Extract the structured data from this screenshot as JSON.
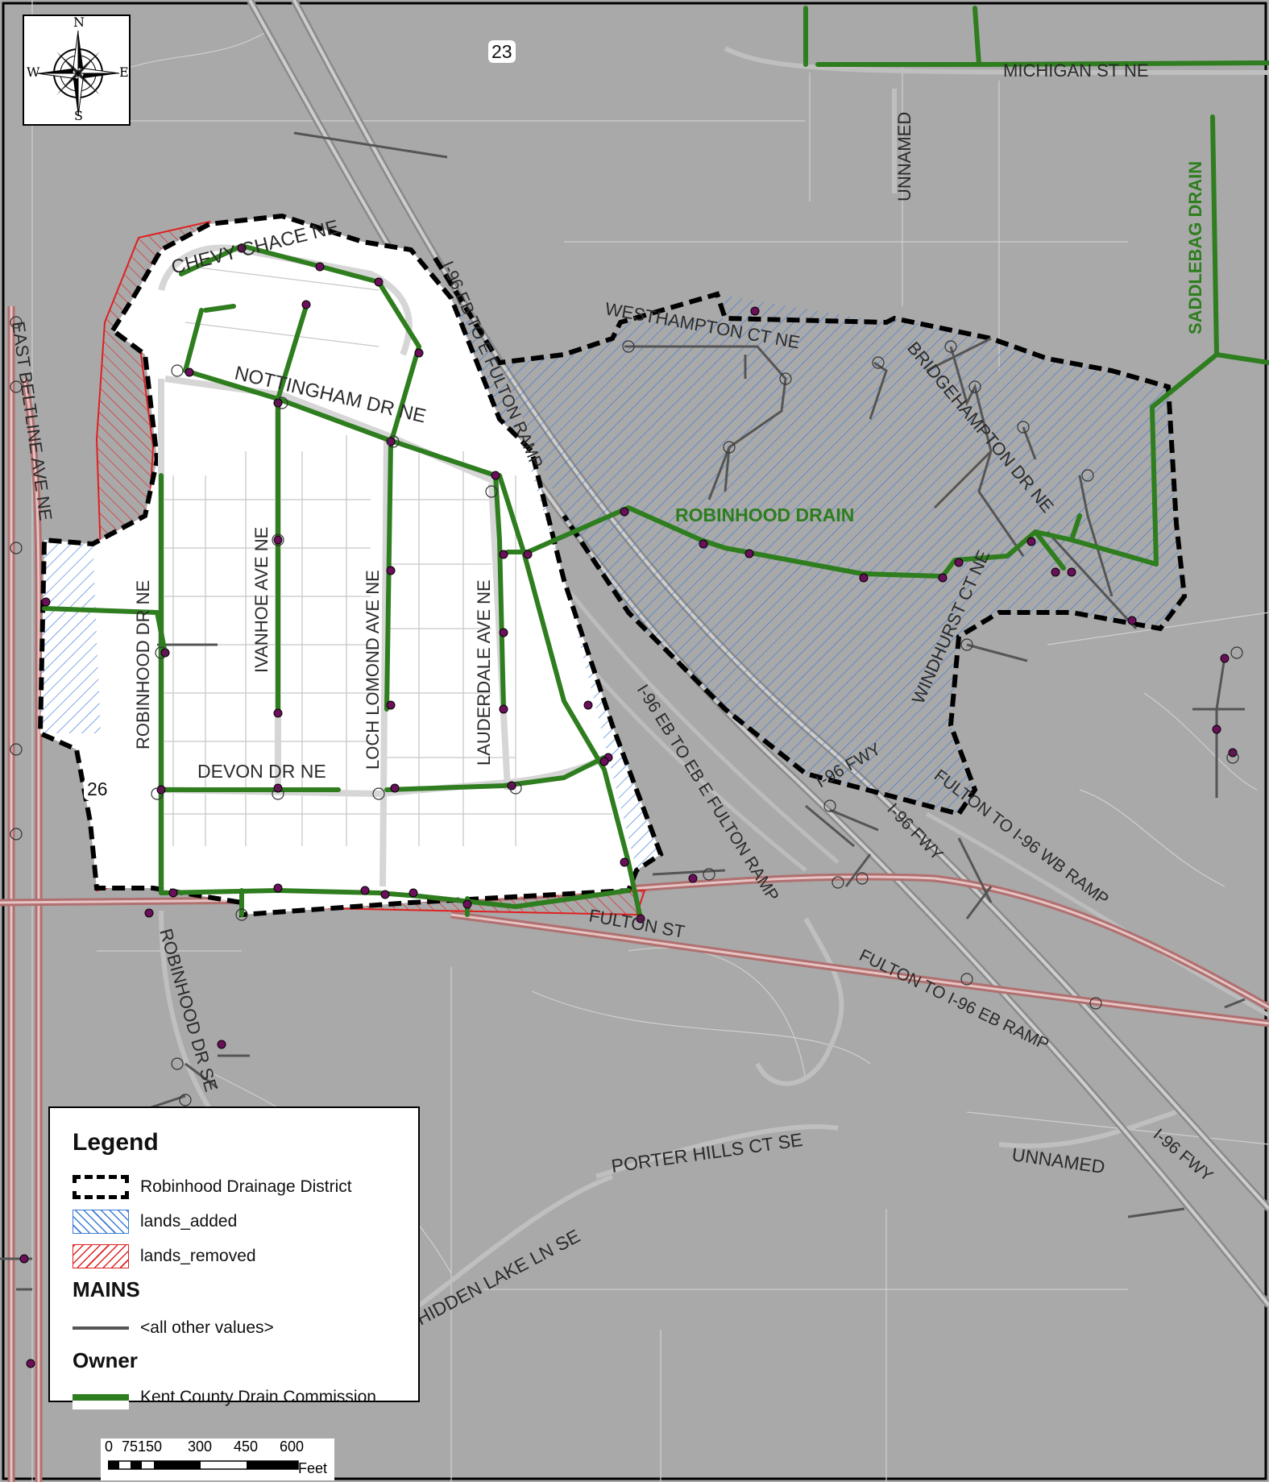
{
  "map": {
    "compass": {
      "n": "N",
      "s": "S",
      "e": "E",
      "w": "W"
    },
    "route_badges": [
      "23",
      "26"
    ],
    "road_labels": [
      "MICHIGAN ST NE",
      "UNNAMED",
      "CHEVY CHACE NE",
      "NOTTINGHAM DR NE",
      "I-96 EB TO E FULTON RAMP",
      "WESTHAMPTON CT NE",
      "BRIDGEHAMPTON DR NE",
      "EAST BELTLINE AVE NE",
      "ROBINHOOD DR NE",
      "IVANHOE AVE NE",
      "LOCH LOMOND AVE NE",
      "LAUDERDALE AVE NE",
      "DEVON DR NE",
      "WINDHURST CT NE",
      "I-96 EB TO EB E FULTON RAMP",
      "I-96 FWY",
      "FULTON TO I-96 WB RAMP",
      "FULTON ST",
      "FULTON TO I-96 EB RAMP",
      "ROBINHOOD DR SE",
      "PORTER HILLS CT SE",
      "UNNAMED",
      "HIDDEN LAKE LN SE"
    ],
    "drain_labels": [
      "ROBINHOOD DRAIN",
      "SADDLEBAG DRAIN"
    ],
    "colors": {
      "background": "#a9a9a9",
      "district_interior": "#ffffff",
      "district_boundary": "#000000",
      "lands_added_hatch": "#3a7bd5",
      "lands_removed_hatch": "#e02020",
      "drain_green": "#2e7d1e",
      "mains_gray": "#555555",
      "structure_purple": "#6a0f5a",
      "highway_red": "#b07070"
    }
  },
  "legend": {
    "title": "Legend",
    "items": [
      {
        "label": "Robinhood Drainage District",
        "icon": "dashed-boundary-icon"
      },
      {
        "label": "lands_added",
        "icon": "blue-hatch-icon"
      },
      {
        "label": "lands_removed",
        "icon": "red-hatch-icon"
      }
    ],
    "mains_heading": "MAINS",
    "mains_item": "<all other values>",
    "owner_heading": "Owner",
    "owner_item": "Kent County Drain Commission"
  },
  "scale_bar": {
    "ticks": [
      "0",
      "75",
      "150",
      "300",
      "450",
      "600"
    ],
    "unit": "Feet"
  }
}
